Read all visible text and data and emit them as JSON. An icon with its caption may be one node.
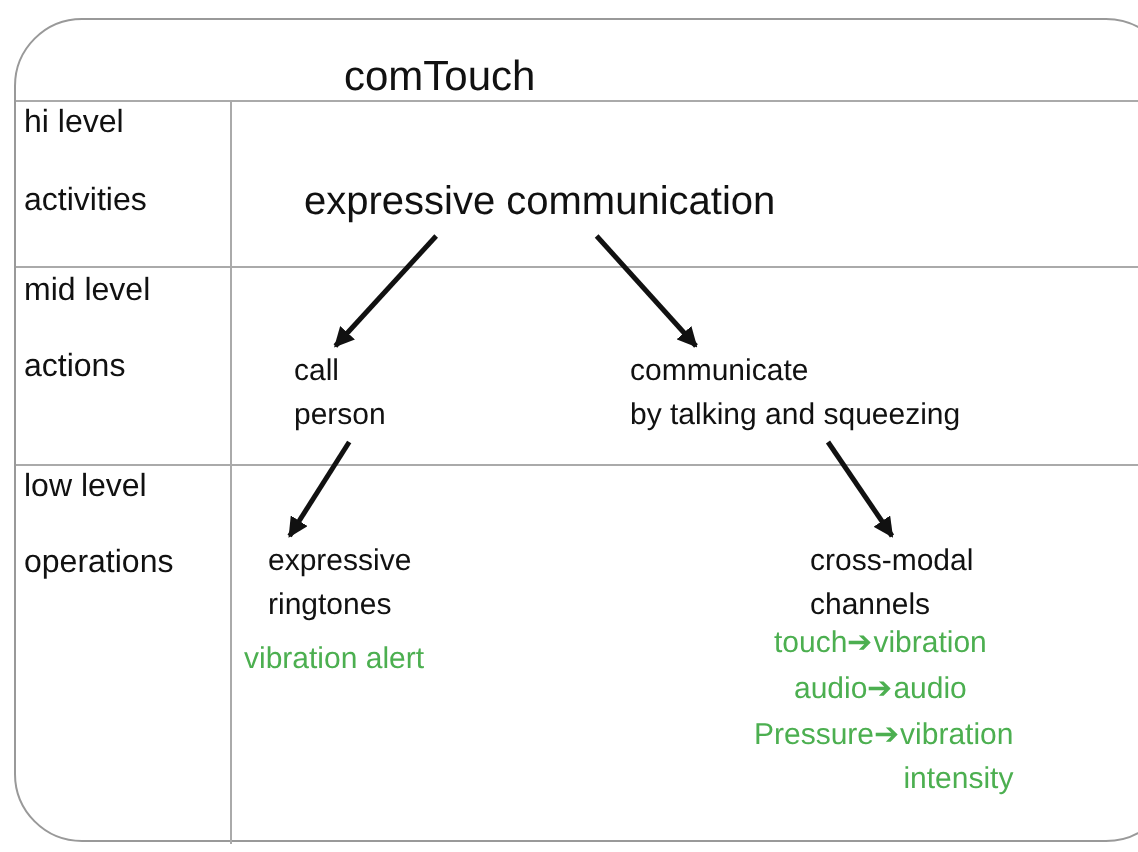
{
  "diagram": {
    "title": "comTouch",
    "nodes": [
      {
        "text": [
          "expressive communication"
        ]
      },
      {
        "text": [
          "call person"
        ]
      },
      {
        "text": [
          "communicate by talking and squeezing"
        ]
      },
      {
        "text": [
          "expressive ringtones"
        ]
      },
      {
        "text": [
          "cross-modal channels"
        ]
      }
    ],
    "edges": [
      {
        "from": 0,
        "to": 1,
        "arrow": "to"
      },
      {
        "from": 0,
        "to": 2,
        "arrow": "to"
      },
      {
        "from": 1,
        "to": 3,
        "arrow": "to"
      },
      {
        "from": 2,
        "to": 4,
        "arrow": "to"
      }
    ],
    "labels": [
      "hi level",
      "activities",
      "mid level",
      "actions",
      "low level",
      "operations",
      "vibration alert",
      "touch➔vibration",
      "audio➔audio",
      "Pressure➔vibration intensity"
    ]
  }
}
